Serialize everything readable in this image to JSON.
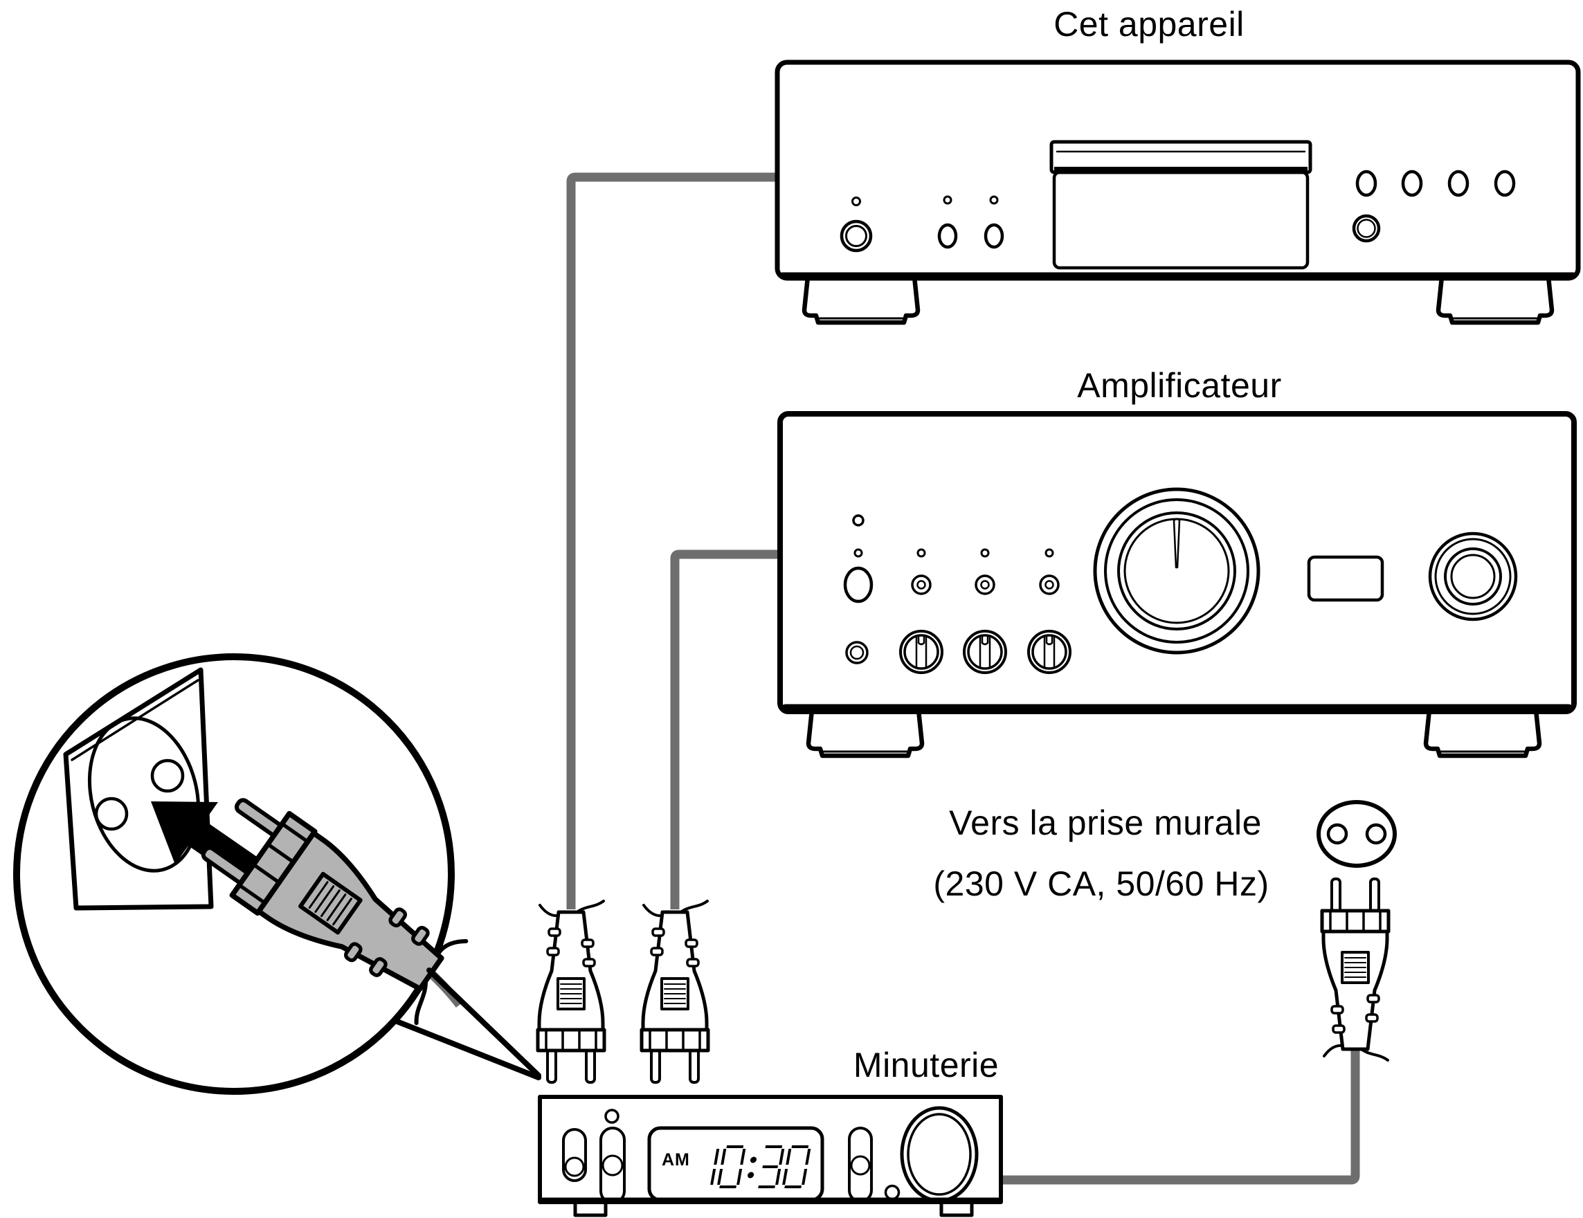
{
  "page": {
    "background": "#ffffff"
  },
  "labels": {
    "top_unit": "Cet appareil",
    "amplifier": "Amplificateur",
    "timer": "Minuterie",
    "wall_note_line1": "Vers la prise murale",
    "wall_note_line2": "(230 V CA, 50/60 Hz)"
  },
  "timer": {
    "meridiem": "AM",
    "time": "10:30"
  },
  "colors": {
    "ink": "#000000",
    "cable_gray": "#6e6e6e",
    "plug_gray": "#b3b3b3",
    "plug_white": "#ffffff"
  }
}
